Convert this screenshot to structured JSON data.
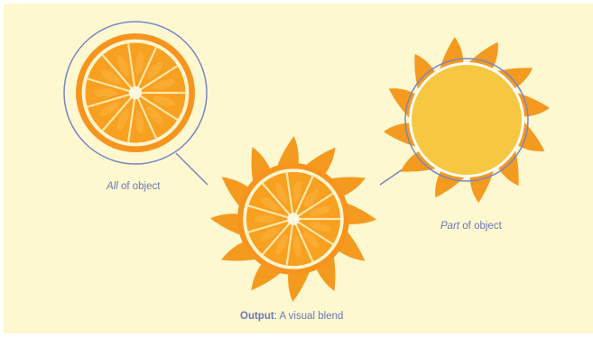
{
  "captions": {
    "all": {
      "emphasis": "All",
      "rest": " of object"
    },
    "part": {
      "emphasis": "Part",
      "rest": " of object"
    },
    "output": {
      "emphasis": "Output",
      "rest": ": A visual blend"
    }
  },
  "colors": {
    "background": "#fdf8cf",
    "caption_text": "#6b78b8",
    "connector_line": "#7986c4",
    "sun_ray": "#f49a1f",
    "sun_disc": "#f6c842",
    "sun_disc_rim": "#ffffff",
    "orange_rind": "#f7941d",
    "orange_pith": "#fff6cf",
    "orange_pulp": "#f8a020",
    "orange_segment_line": "#ffe7a8"
  },
  "icons": {
    "orange_slice": "orange-slice-icon",
    "sun": "sun-icon",
    "blend": "orange-sun-blend-icon"
  }
}
